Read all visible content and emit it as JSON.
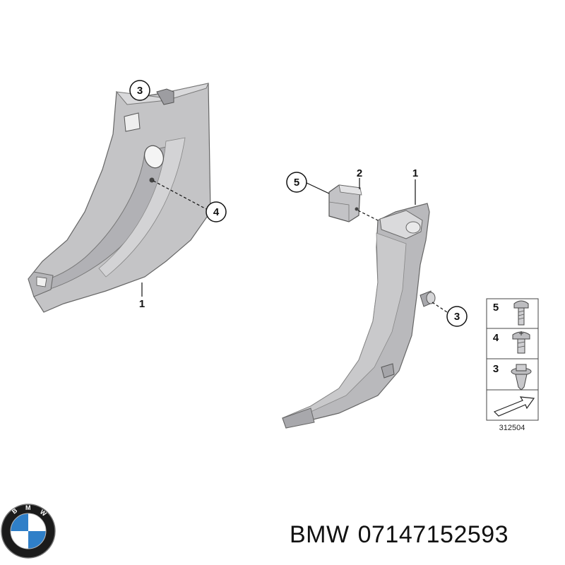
{
  "diagram": {
    "left_part": {
      "callouts": {
        "clip_top": "3",
        "screw": "4",
        "panel": "1"
      }
    },
    "right_part": {
      "callouts": {
        "screw": "5",
        "clip": "2",
        "panel": "1",
        "clip_side": "3"
      }
    },
    "legend": {
      "rows": [
        {
          "number": "5",
          "icon": "screw-icon"
        },
        {
          "number": "4",
          "icon": "cross-screw-icon"
        },
        {
          "number": "3",
          "icon": "expanding-clip-icon"
        }
      ],
      "arrow_icon": "direction-arrow-icon",
      "code": "312504"
    },
    "colors": {
      "part_fill": "#c7c7c9",
      "part_shade": "#a9a9ad",
      "outline": "#555555"
    }
  },
  "footer": {
    "brand": "BMW",
    "part_number": "07147152593",
    "logo_letters": "BMW",
    "logo_colors": {
      "blue": "#2f7fc8",
      "white": "#ffffff",
      "ring": "#1b1b1b"
    }
  }
}
